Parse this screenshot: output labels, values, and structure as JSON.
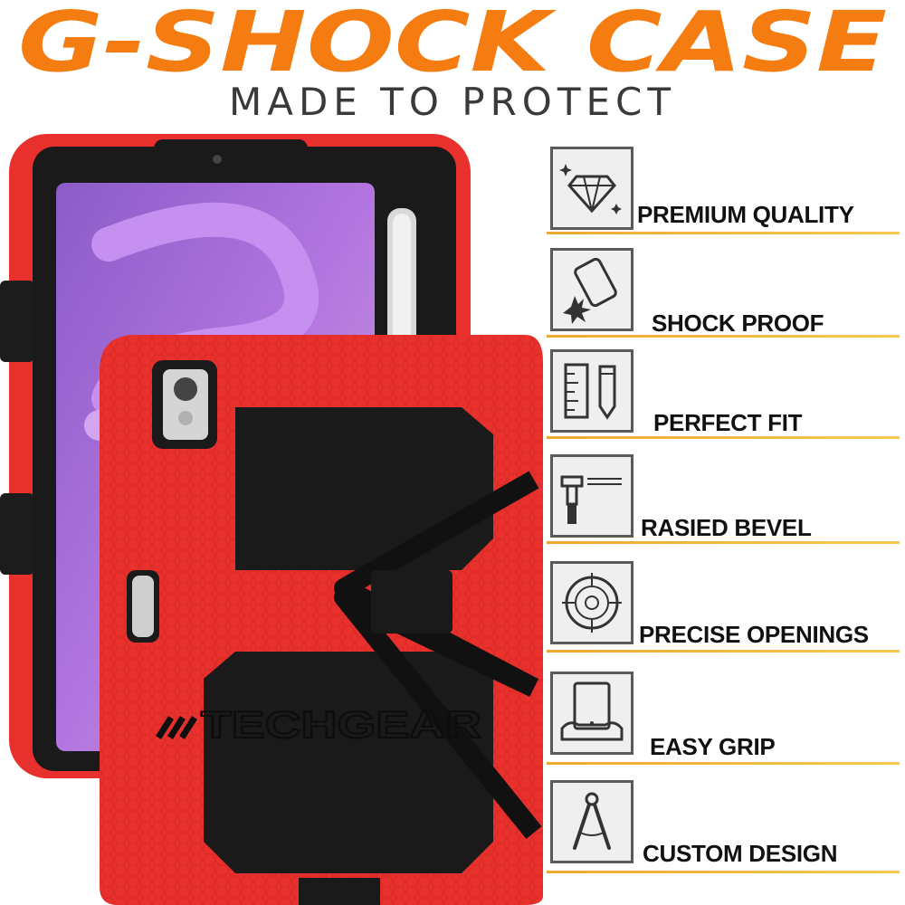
{
  "headline": "G-SHOCK CASE",
  "subheadline": "MADE TO PROTECT",
  "brand_logo": "TECHGEAR",
  "colors": {
    "headline_orange": "#f57c10",
    "case_red": "#e8302c",
    "case_black": "#1a1a1a",
    "feature_underline": "#f3b33d",
    "icon_border": "#5a5a5a"
  },
  "features": [
    {
      "label": "PREMIUM QUALITY",
      "icon": "diamond-icon"
    },
    {
      "label": "SHOCK PROOF",
      "icon": "shock-icon"
    },
    {
      "label": "PERFECT FIT",
      "icon": "ruler-pencil-icon"
    },
    {
      "label": "RASIED BEVEL",
      "icon": "bevel-icon"
    },
    {
      "label": "PRECISE OPENINGS",
      "icon": "target-icon"
    },
    {
      "label": "EASY GRIP",
      "icon": "grip-icon"
    },
    {
      "label": "CUSTOM DESIGN",
      "icon": "compass-icon"
    }
  ]
}
